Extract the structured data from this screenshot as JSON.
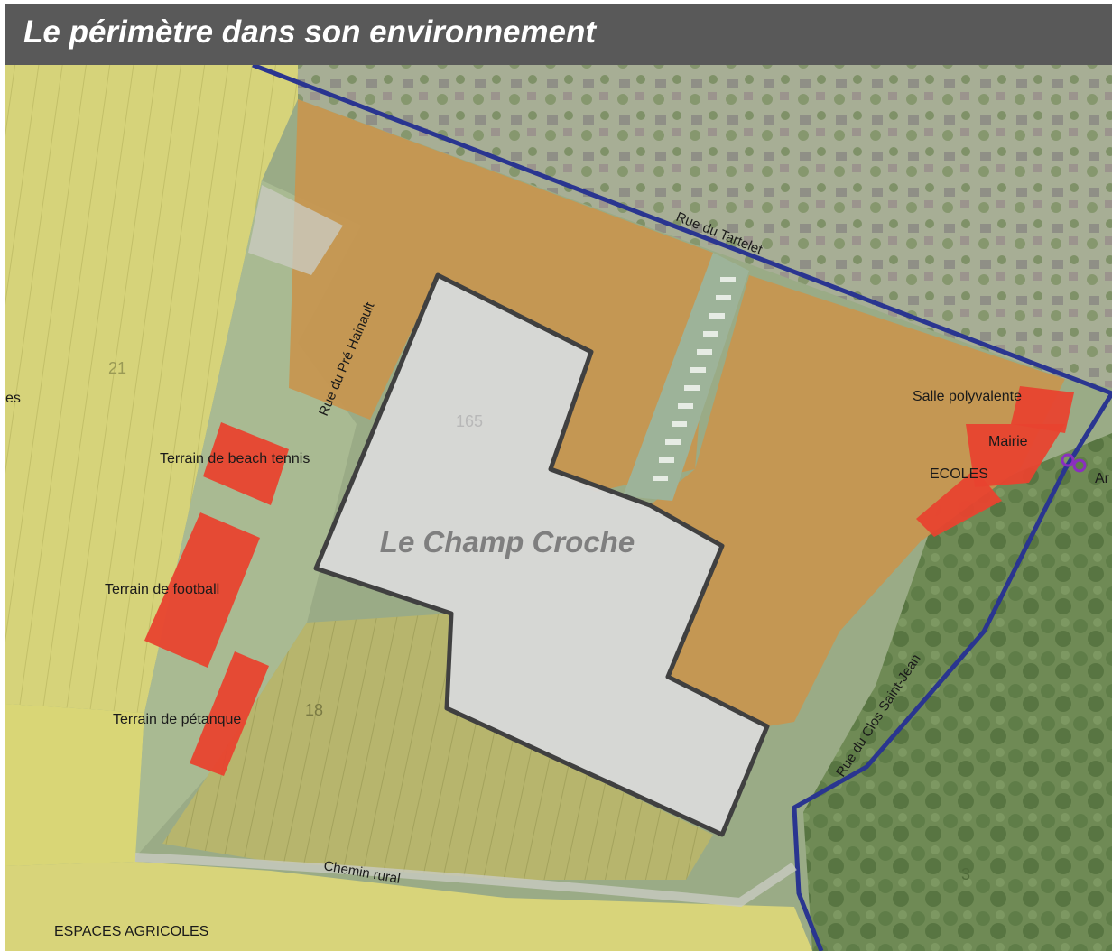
{
  "title": "Le périmètre dans son environnement",
  "map": {
    "main_label": "Le Champ Croche",
    "streets": {
      "tartelet": "Rue du Tartelet",
      "pre_hainault": "Rue du Pré Hainault",
      "clos_saint_jean": "Rue du Clos Saint-Jean",
      "chemin_rural": "Chemin rural"
    },
    "facilities": {
      "beach_tennis": "Terrain de beach tennis",
      "football": "Terrain de football",
      "petanque": "Terrain de pétanque",
      "salle_polyvalente": "Salle polyvalente",
      "mairie": "Mairie",
      "ecoles": "ECOLES"
    },
    "zones": {
      "espaces_agricoles": "ESPACES AGRICOLES"
    },
    "parcel_numbers": {
      "p21": "21",
      "p18": "18",
      "p3": "3",
      "p165": "165"
    },
    "edge_fragments": {
      "left": "es",
      "right": "Ar"
    },
    "colors": {
      "perimeter_fill": "#dadada",
      "perimeter_stroke": "#404040",
      "residential_zone": "#c8954f",
      "facility_red": "#e8432f",
      "road_blue": "#2a3590",
      "agricultural_yellow": "#d9d676",
      "vegetation_green": "#8fa07a"
    }
  }
}
